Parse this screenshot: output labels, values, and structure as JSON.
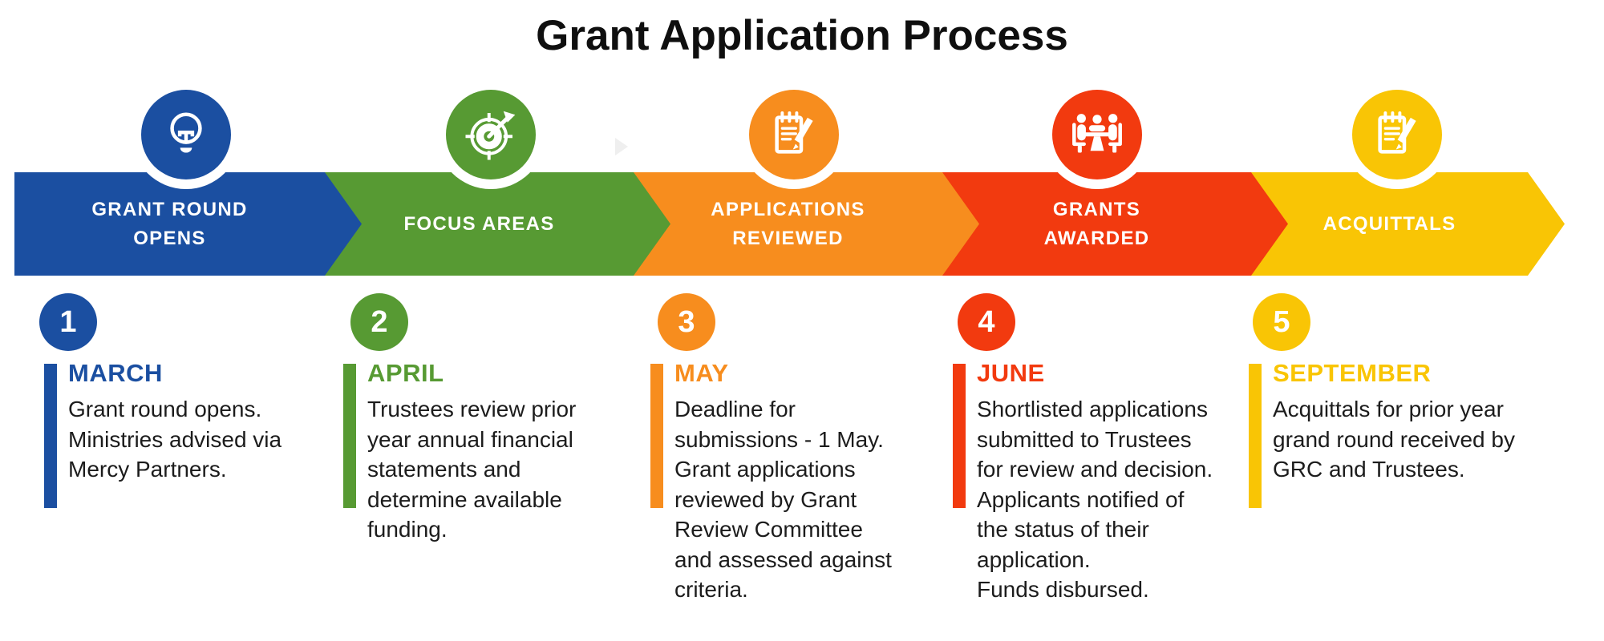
{
  "title": "Grant Application Process",
  "artifact": {
    "play_arrow_color": "#efefef"
  },
  "stages": [
    {
      "number": "1",
      "banner_label": "GRANT ROUND\nOPENS",
      "icon": "lightbulb-icon",
      "month": "MARCH",
      "description": "Grant round opens.\nMinistries advised via\nMercy Partners.",
      "color": "#1b4fa1"
    },
    {
      "number": "2",
      "banner_label": "FOCUS AREAS",
      "icon": "target-arrow-icon",
      "month": "APRIL",
      "description": "Trustees review prior\nyear annual financial\nstatements and\ndetermine available\nfunding.",
      "color": "#579a33"
    },
    {
      "number": "3",
      "banner_label": "APPLICATIONS\nREVIEWED",
      "icon": "notepad-pencil-icon",
      "month": "MAY",
      "description": "Deadline for\nsubmissions - 1 May.\nGrant applications\nreviewed by Grant\nReview Committee\nand assessed against\ncriteria.",
      "color": "#f78d1e"
    },
    {
      "number": "4",
      "banner_label": "GRANTS\nAWARDED",
      "icon": "meeting-table-icon",
      "month": "JUNE",
      "description": "Shortlisted applications\nsubmitted to Trustees\nfor review and decision.\nApplicants notified of\nthe status of their\napplication.\nFunds disbursed.",
      "color": "#f23a0f"
    },
    {
      "number": "5",
      "banner_label": "ACQUITTALS",
      "icon": "notepad-pencil-icon",
      "month": "SEPTEMBER",
      "description": "Acquittals for prior year\ngrand round received by\nGRC and Trustees.",
      "color": "#f9c505"
    }
  ]
}
